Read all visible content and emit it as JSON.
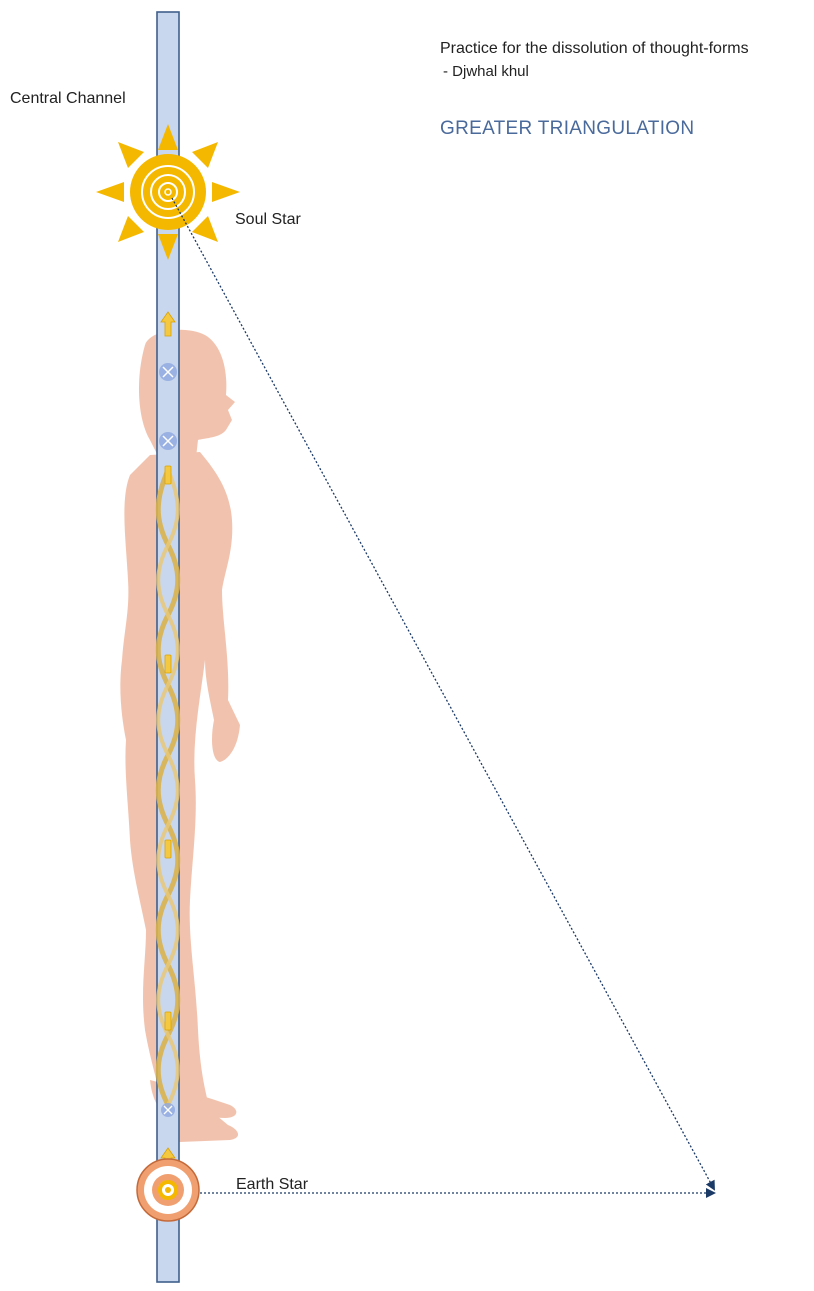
{
  "labels": {
    "central_channel": "Central Channel",
    "soul_star": "Soul Star",
    "earth_star": "Earth Star",
    "practice": "Practice for the dissolution of thought-forms",
    "author": "- Djwhal khul",
    "heading": "GREATER TRIANGULATION"
  },
  "colors": {
    "channel_fill": "#c9d7ee",
    "channel_stroke": "#3f5f8c",
    "sun": "#f5b800",
    "body": "#efb9a0",
    "helix": "#d9b24c",
    "earth_star_ring": "#f0a070",
    "guide_line": "#1c3a66",
    "heading": "#4a6a9c"
  },
  "icons": [
    "sun-icon",
    "arrow-up-icon",
    "chakra-icon",
    "earth-star-icon"
  ]
}
